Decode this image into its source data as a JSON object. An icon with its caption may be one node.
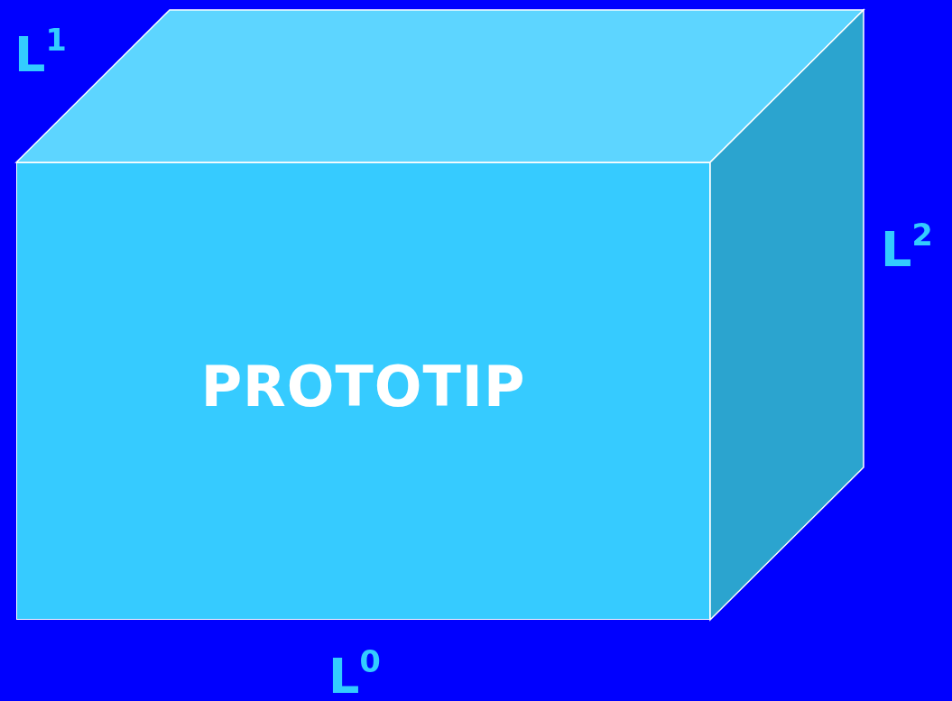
{
  "diagram": {
    "nodes": [
      {
        "text": [
          "PROTOTIP"
        ]
      }
    ],
    "labels": [
      "L$^{1}$",
      "L$^{2}$",
      "L$^{0}$"
    ]
  }
}
